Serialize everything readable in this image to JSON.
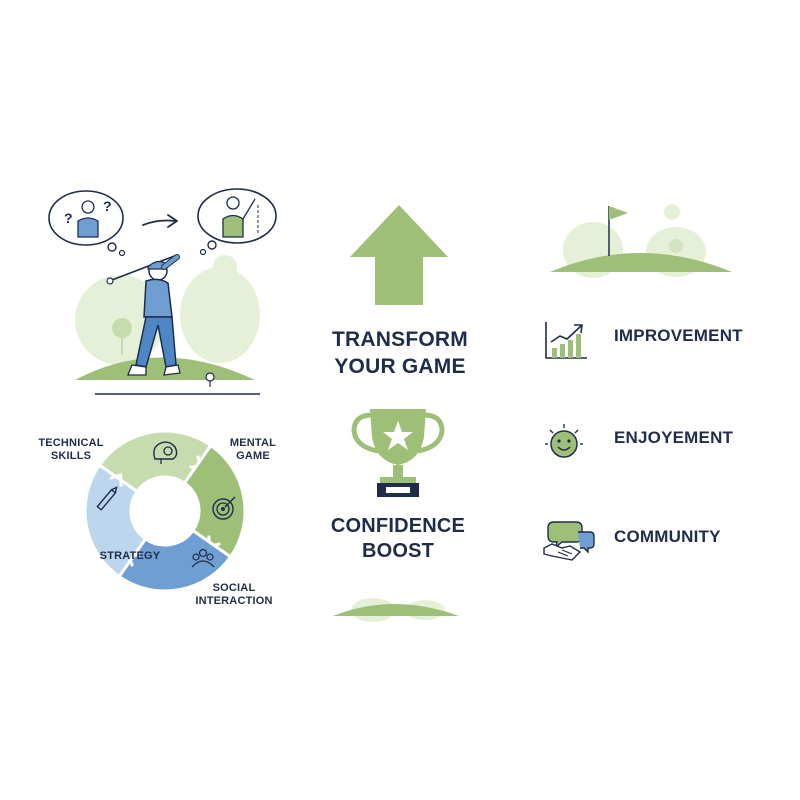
{
  "headline": {
    "line1": "TRANSFORM",
    "line2": "YOUR GAME"
  },
  "trophy_caption": {
    "line1": "CONFIDENCE",
    "line2": "BOOST"
  },
  "cycle": {
    "segments": [
      {
        "line1": "TECHNICAL",
        "line2": "SKILLS",
        "icon": "pencil-icon"
      },
      {
        "line1": "MENTAL",
        "line2": "GAME",
        "icon": "brain-gears-icon"
      },
      {
        "line1": "SOCIAL",
        "line2": "INTERACTION",
        "icon": "people-group-icon"
      },
      {
        "line1": "STRATEGY",
        "line2": "",
        "icon": "target-icon"
      }
    ]
  },
  "benefits": [
    {
      "label": "IMPROVEMENT",
      "icon": "growth-chart-icon"
    },
    {
      "label": "ENJOYEMENT",
      "icon": "smiley-sun-icon"
    },
    {
      "label": "COMMUNITY",
      "icon": "handshake-chat-icon"
    }
  ],
  "colors": {
    "navy": "#1f2d4a",
    "green": "#9ebf78",
    "green_light": "#e6f0d8",
    "blue": "#6f9fd2",
    "blue_light": "#bcd6ee"
  }
}
